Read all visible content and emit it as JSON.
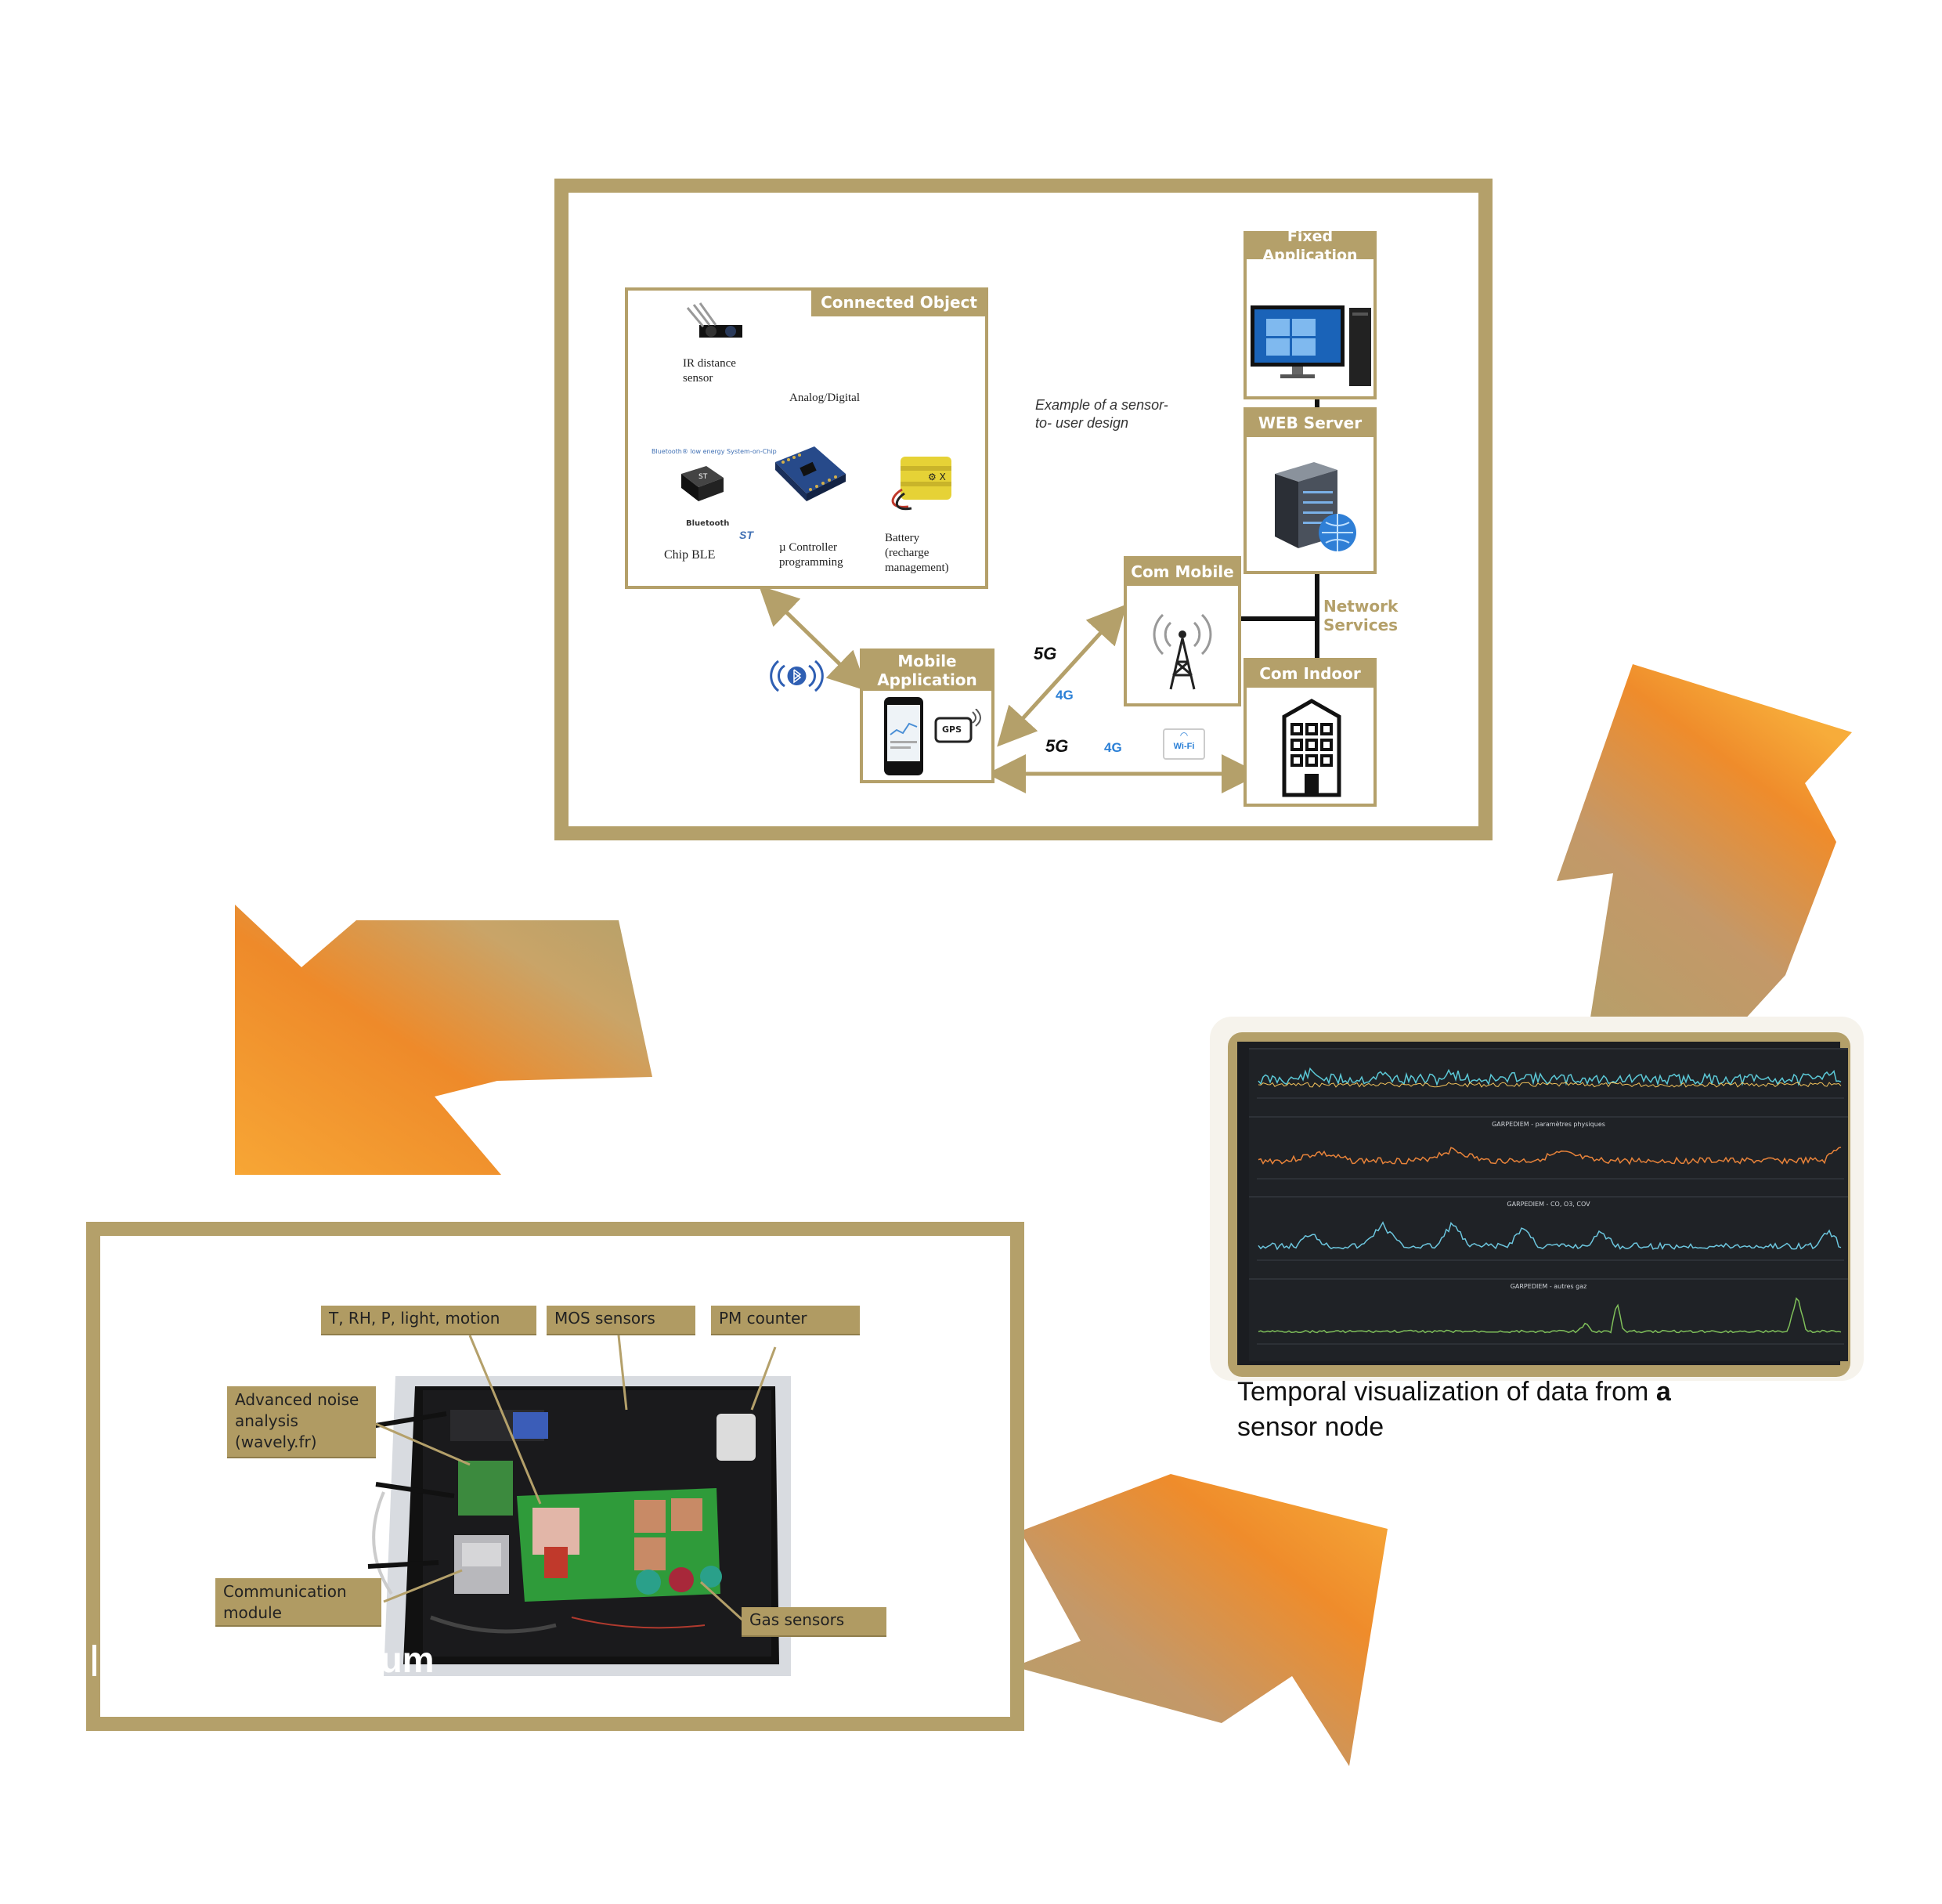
{
  "diagram": {
    "labels": {
      "connected_object": "Connected Object",
      "ir_sensor": "IR distance\nsensor",
      "analog_digital": "Analog/Digital",
      "ble_soc": "Bluetooth® low energy System-on-Chip",
      "bluetooth_chip_text": "Bluetooth",
      "chip_ble": "Chip BLE",
      "mu_controller": "µ Controller\nprogramming",
      "battery": "Battery\n(recharge\nmanagement)",
      "example_caption": "Example of a sensor-\nto- user design",
      "fixed_application": "Fixed Application",
      "web_server": "WEB Server",
      "com_mobile": "Com Mobile",
      "network_services": "Network\nServices",
      "com_indoor": "Com Indoor",
      "mobile_application": "Mobile\nApplication",
      "gps": "GPS",
      "badge_5g": "5G",
      "badge_4g": "4G",
      "badge_wifi": "Wi-Fi"
    }
  },
  "device": {
    "labels": {
      "t_rh": "T, RH, P, light, motion",
      "mos": "MOS sensors",
      "pm": "PM counter",
      "noise": "Advanced noise\nanalysis\n(wavely.fr)",
      "comm": "Communication\nmodule",
      "gas": "Gas sensors"
    },
    "overlay_text": "sum"
  },
  "dashboard": {
    "panels": [
      {
        "title": "",
        "color": "#5bc8d6",
        "color2": "#f0c05a"
      },
      {
        "title": "GARPEDIEM - paramètres physiques",
        "color": "#e8833a"
      },
      {
        "title": "GARPEDIEM - CO, O3, COV",
        "color": "#6cc6de"
      },
      {
        "title": "GARPEDIEM - autres gaz",
        "color": "#7fbf5a"
      }
    ],
    "caption_prefix": "Temporal visualization of data from ",
    "caption_bold": "a",
    "caption_suffix": "sensor node"
  },
  "colors": {
    "gold": "#b4a06a",
    "gold_dark": "#a89462",
    "orange": "#ef8e2a",
    "dashboard_bg": "#1f2226"
  }
}
